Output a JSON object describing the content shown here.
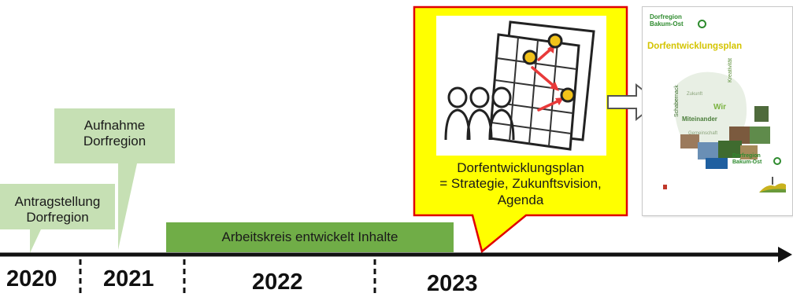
{
  "callouts": {
    "antrag": "Antragstellung\nDorfregion",
    "aufnahme": "Aufnahme\nDorfregion",
    "plan": "Dorfentwicklungsplan\n= Strategie, Zukunftsvision,\nAgenda"
  },
  "bar_label": "Arbeitskreis entwickelt Inhalte",
  "years": [
    "2020",
    "2021",
    "2022",
    "2023"
  ],
  "cover": {
    "brand_top": "Dorfregion\nBakum-Ost",
    "title": "Dorfentwicklungsplan",
    "words": [
      "Miteinander",
      "Wir",
      "Kreativität",
      "Schabernack",
      "Zukunft",
      "Gemeinschaft"
    ],
    "brand_bottom": "Dorfregion\nBakum-Ost"
  },
  "colors": {
    "green_callout": "#c6e0b4",
    "green_bar": "#70ad47",
    "yellow": "#ffff00",
    "red": "#e00000",
    "axis": "#111111",
    "cover_title": "#d4c400",
    "cover_brand": "#2e8b2e"
  }
}
